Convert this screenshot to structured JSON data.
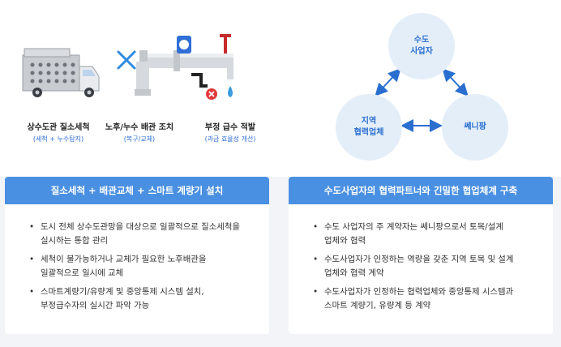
{
  "illustrations": [
    {
      "title": "상수도관 질소세척",
      "subtitle": "(세척 + 누수탐지)",
      "icon": "nitrogen-truck-icon"
    },
    {
      "title": "노후/누수 배관 조치",
      "subtitle": "(복구/교체)",
      "icon": "pipe-repair-icon"
    },
    {
      "title": "부정 급수 적발",
      "subtitle": "(과금 효율성 개선)",
      "icon": "water-meter-faucet-icon"
    }
  ],
  "diagram": {
    "top": [
      "수도",
      "사업자"
    ],
    "left": [
      "지역",
      "협력업체"
    ],
    "right": [
      "쎄니팡"
    ]
  },
  "cards": [
    {
      "title": "질소세척 + 배관교체 + 스마트 계량기 설치",
      "items": [
        [
          "도시 전체 상수도관망을 대상으로 일괄적으로 질소세척을",
          "실시하는 통합 관리"
        ],
        [
          "세척이 불가능하거나 교체가 필요한 노후배관을",
          "일괄적으로 일시에 교체"
        ],
        [
          "스마트계량기/유량계 및 중앙통제 시스템 설치,",
          "부정급수자의 실시간 파악 가능"
        ]
      ]
    },
    {
      "title": "수도사업자의 협력파트너와 긴밀한 협업체계 구축",
      "items": [
        [
          "수도 사업자의 주 계약자는 쎄니팡으로서 토목/설계",
          "업체와 협력"
        ],
        [
          "수도사업자가 인정하는 역량을 갖춘 지역 토목 및 설계",
          "업체와 협력 계약"
        ],
        [
          "수도사업자가 인정하는 협력업체와 중앙통제 시스템과",
          "스마트 계량기, 유량계 등 계약"
        ]
      ]
    }
  ],
  "colors": {
    "accent": "#4a90e2",
    "circle": "#e4eef9",
    "circle_text": "#2a6fd0",
    "subtitle": "#2f6fd6"
  }
}
